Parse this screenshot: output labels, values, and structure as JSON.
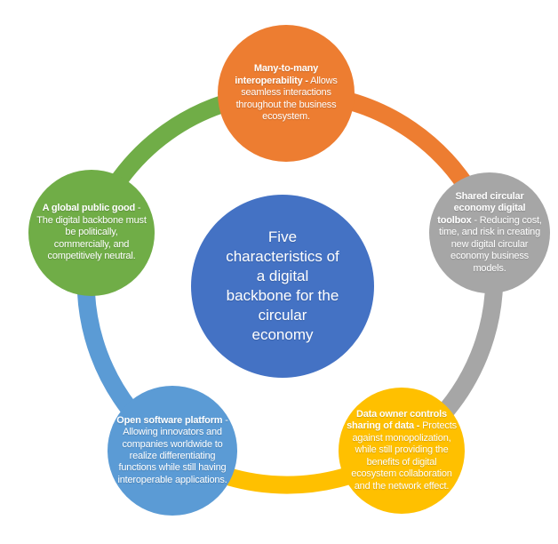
{
  "diagram": {
    "background": "#FFFFFF",
    "text_color": "#FFFFFF",
    "center": {
      "label": "Five\ncharacteristics of\na digital\nbackbone for the\ncircular\neconomy",
      "color": "#4472C4"
    },
    "nodes": [
      {
        "id": "many-to-many-interoperability",
        "title": "Many-to-many interoperability -",
        "desc": "Allows seamless interactions throughout the business ecosystem.",
        "color": "#ED7D31",
        "position": "top"
      },
      {
        "id": "shared-circular-economy-digital-toolbox",
        "title": "Shared circular economy digital toolbox",
        "desc": "- Reducing cost, time, and risk in creating new digital circular economy business models.",
        "color": "#A6A6A6",
        "position": "right"
      },
      {
        "id": "data-owner-controls-sharing-of-data",
        "title": "Data owner controls sharing of data -",
        "desc": "Protects against monopolization, while still providing the benefits of digital ecosystem collaboration and the network effect.",
        "color": "#FFC000",
        "position": "bottom-right"
      },
      {
        "id": "open-software-platform",
        "title": "Open software platform",
        "desc": "- Allowing innovators and companies worldwide to realize differentiating functions while still having interoperable applications.",
        "color": "#5B9BD5",
        "position": "bottom-left"
      },
      {
        "id": "a-global-public-good",
        "title": "A global public good",
        "desc": "- The digital backbone must be politically, commercially, and competitively neutral.",
        "color": "#70AD47",
        "position": "left"
      }
    ]
  }
}
